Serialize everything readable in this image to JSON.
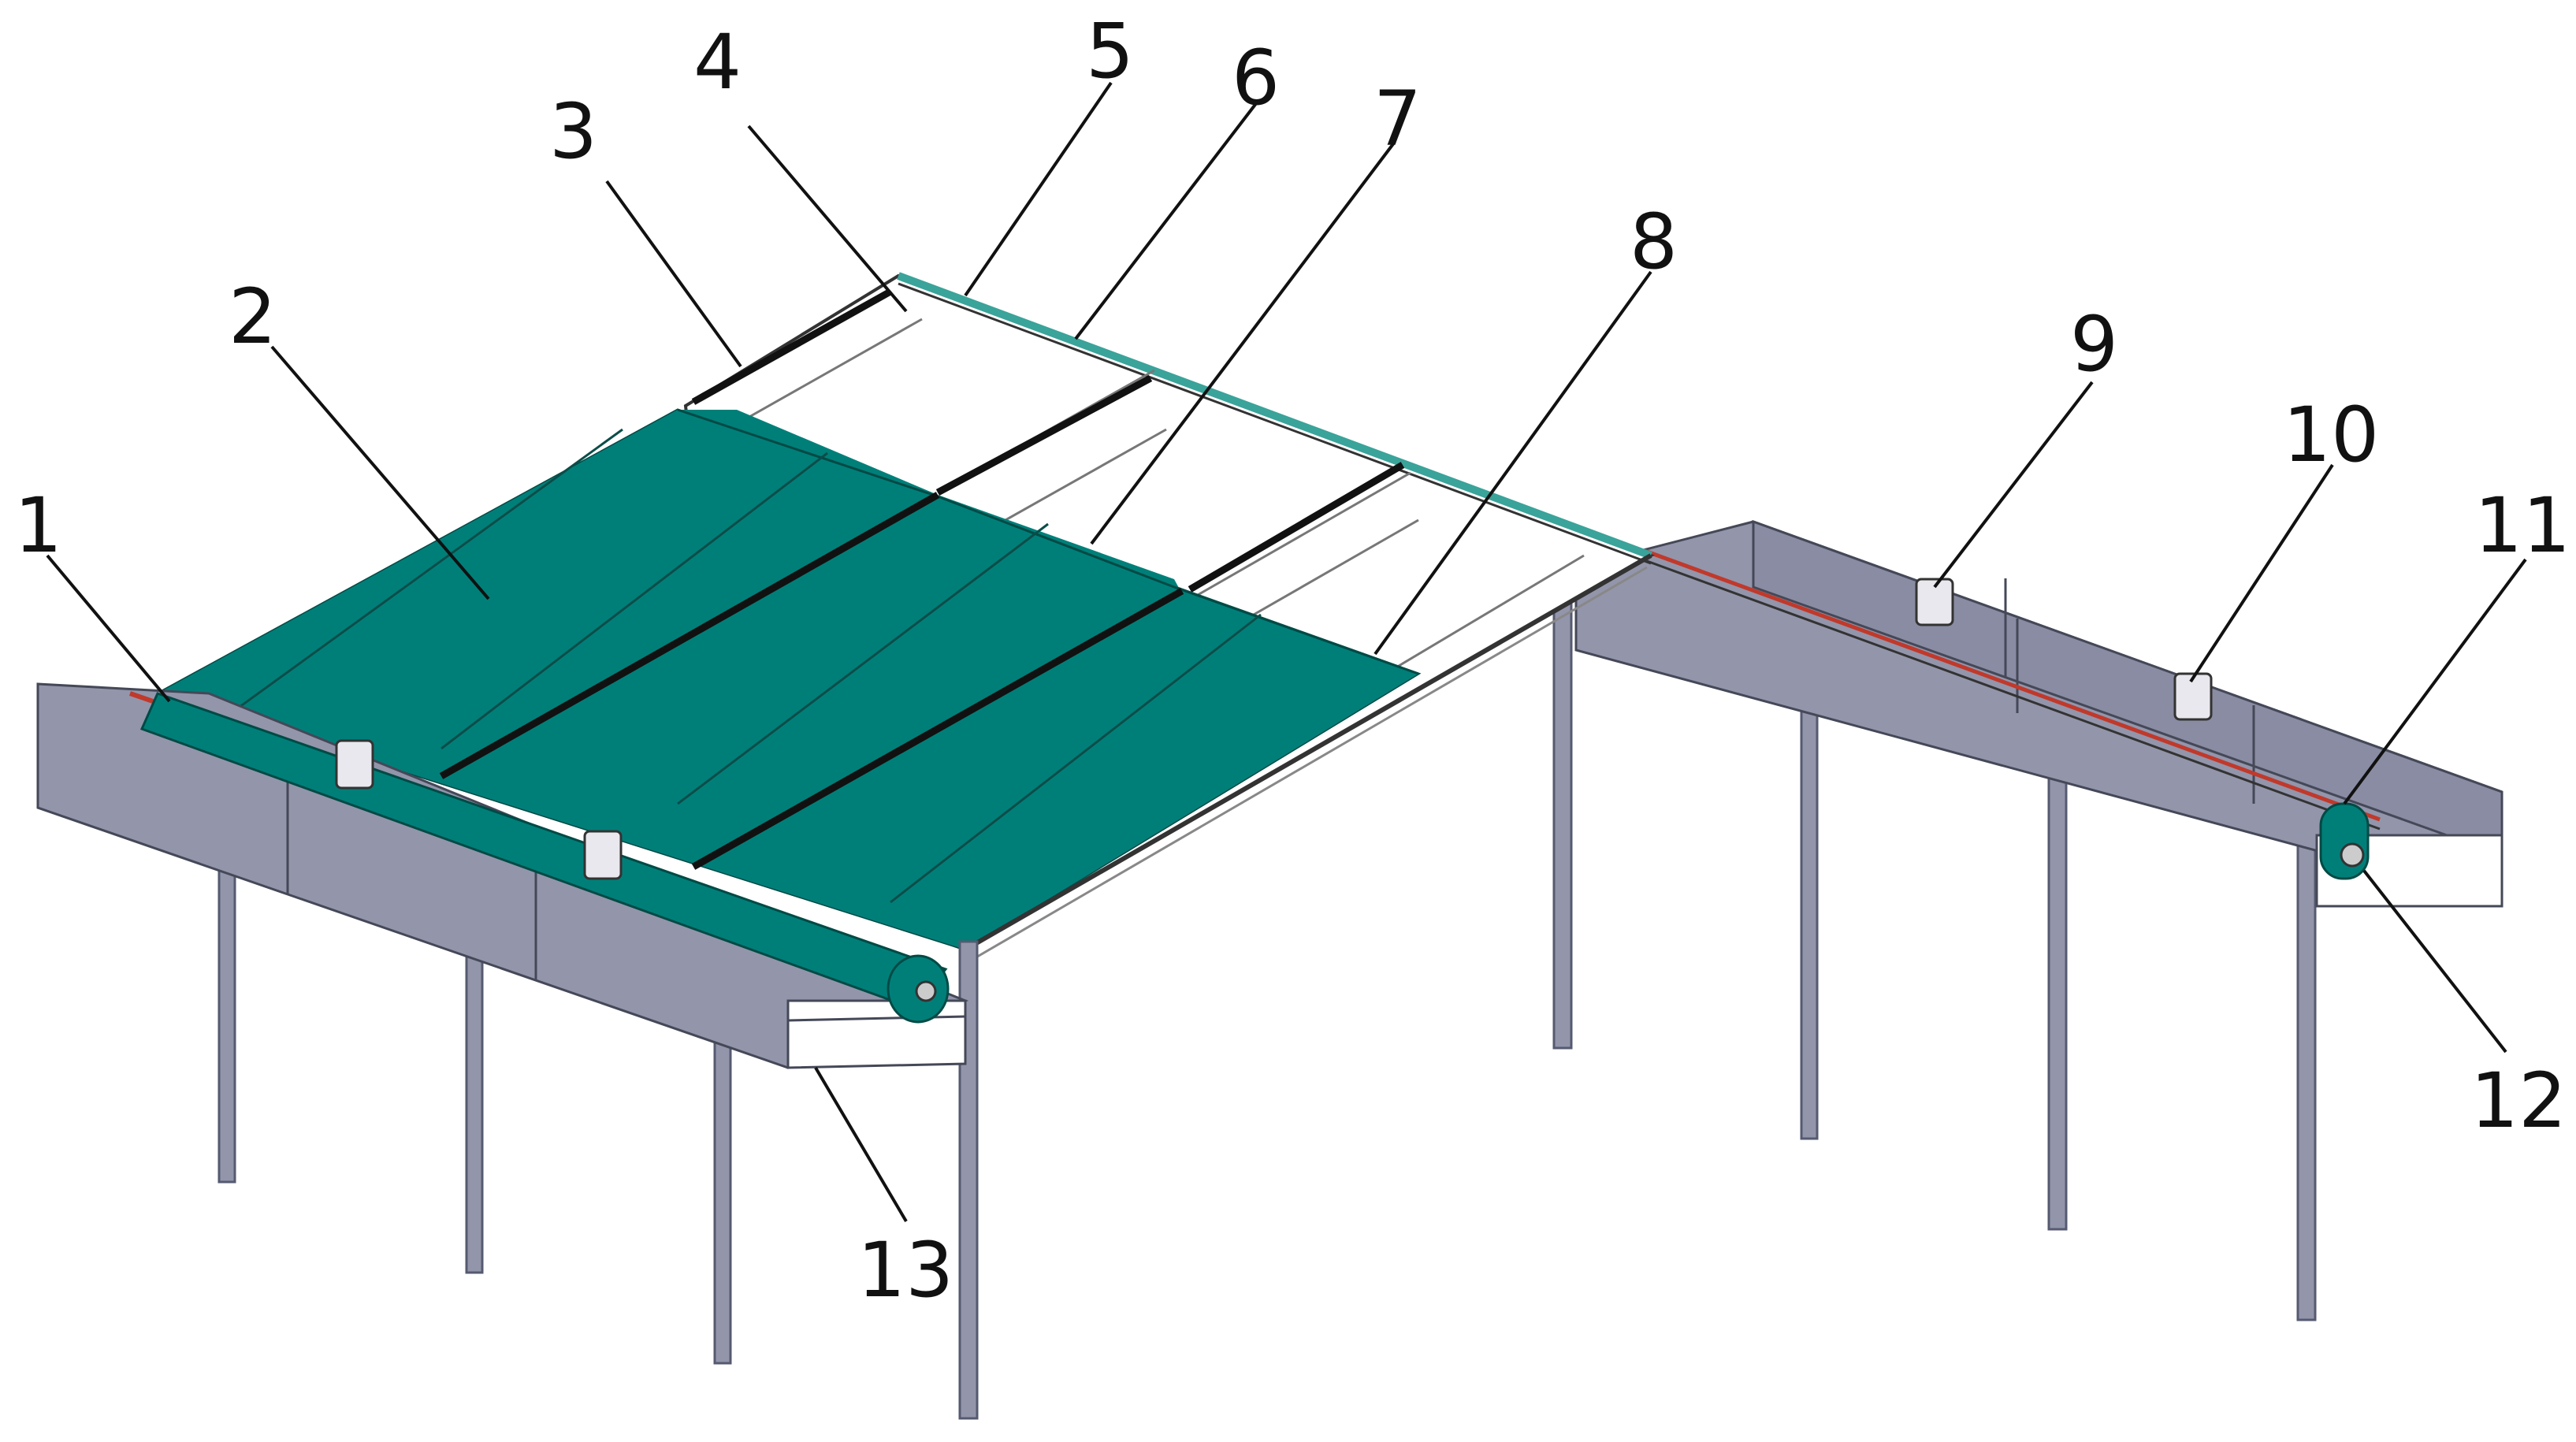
{
  "colors": {
    "cover": "#007f79",
    "cover_dark": "#006a65",
    "steel": "#9395ab",
    "steel_dark": "#7c7f96",
    "steel_light": "#b6b8c9",
    "frame": "#e6e6ee",
    "rope": "#c0392b",
    "rail": "#3aa39a",
    "leader": "#111111"
  },
  "labels": [
    "1",
    "2",
    "3",
    "4",
    "5",
    "6",
    "7",
    "8",
    "9",
    "10",
    "11",
    "12",
    "13"
  ]
}
